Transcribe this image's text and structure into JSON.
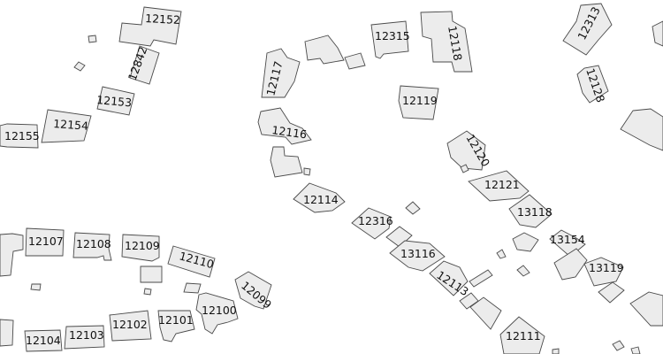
{
  "map": {
    "theme": {
      "background": "#ffffff",
      "building_fill": "#ececec",
      "building_stroke": "#4a4a4a",
      "label_color": "#111111"
    },
    "house_numbers": [
      "12152",
      "12842",
      "12153",
      "12154",
      "12155",
      "12117",
      "12116",
      "12315",
      "12118",
      "12119",
      "12313",
      "12128",
      "12120",
      "12121",
      "13118",
      "12114",
      "12316",
      "13116",
      "12113",
      "13154",
      "13119",
      "12111",
      "12107",
      "12108",
      "12109",
      "12110",
      "12099",
      "12100",
      "12101",
      "12102",
      "12103",
      "12104"
    ]
  }
}
